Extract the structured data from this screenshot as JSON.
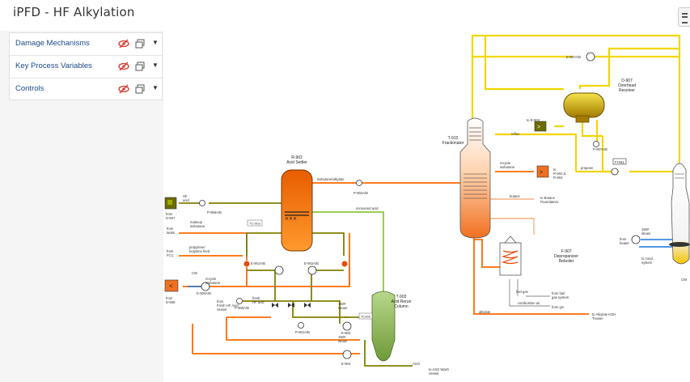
{
  "header": {
    "title": "iPFD - HF Alkylation"
  },
  "sidebar": {
    "items": [
      {
        "label": "Damage Mechanisms"
      },
      {
        "label": "Key Process Variables"
      },
      {
        "label": "Controls"
      }
    ]
  },
  "diagram": {
    "colors": {
      "orange_line": "#ff6a00",
      "olive_line": "#808000",
      "yellow_line": "#f2d600",
      "green_line": "#8dc63f",
      "blue_line": "#1e73d8",
      "tan_line": "#f4b183",
      "red_node": "#e84c0c"
    },
    "equipment": {
      "r902": [
        "R-902",
        "Acid Settler"
      ],
      "t910": [
        "T-910",
        "Fractionator"
      ],
      "d907": [
        "D-907",
        "Overhead",
        "Receiver"
      ],
      "t903": [
        "T-903",
        "Acid Rerun",
        "Column"
      ],
      "f907": [
        "F-907",
        "Depropanizer",
        "Reboiler"
      ],
      "e907": "E-907A/B",
      "p907": "P-907A/B",
      "p902": "P-902A/B",
      "p905": "P-905A/B",
      "p901": "P-901A/B",
      "e901": "E-901A/B",
      "e902": "E-902A/B",
      "e903": "E-903",
      "e904": "E-904",
      "e900": "E-900A/B",
      "p906": "P-906A/B",
      "fic": "FI-911"
    },
    "labels": {
      "hf_acid": "HF\nacid",
      "from_d907": "from\nD-907",
      "makeup": "makeup\nisobutane",
      "from_tanks": "from\ntanks",
      "from_fcc": "from\nFCC",
      "propylene": "propylene/\nbutylene feed",
      "cw": "CW",
      "recycle_isobutane": "recycle\nisobutane",
      "from_d906": "from\nD-906",
      "from_fresh_hf": "from\nFresh HF Acid\nVessel",
      "fresh_hf": "fresh\nHF acid",
      "steam150a": "150#\nsteam",
      "steam150b": "150#\nsteam",
      "isobutane_alkylate": "isobutane/alkylate",
      "recovered_acid": "recovered acid",
      "to_r903": "to R-903",
      "reflux": "reflux",
      "propane": "propane",
      "recycle_iso2": "recycle\nisobutane",
      "to_r902": "to\nR-902 &\nR-903",
      "butane": "butane",
      "to_butane": "to Butane\nFluoridators",
      "alkylate": "alkylate",
      "to_koh": "to Alkylate KOH\nTreater",
      "fuel_gas": "fuel gas",
      "from_fuel": "from fuel\ngas system",
      "from_gm": "from gm",
      "combustion": "combustion air",
      "asd": "ASO",
      "to_aso": "to ASO Wash\nVessel",
      "from_heater": "from\nheater",
      "steam_r": "150#\nsteam",
      "to_cond": "to cond.\nsystem",
      "tc903": "TC-903",
      "tc900": "TC900",
      "cw2": "CW"
    }
  }
}
